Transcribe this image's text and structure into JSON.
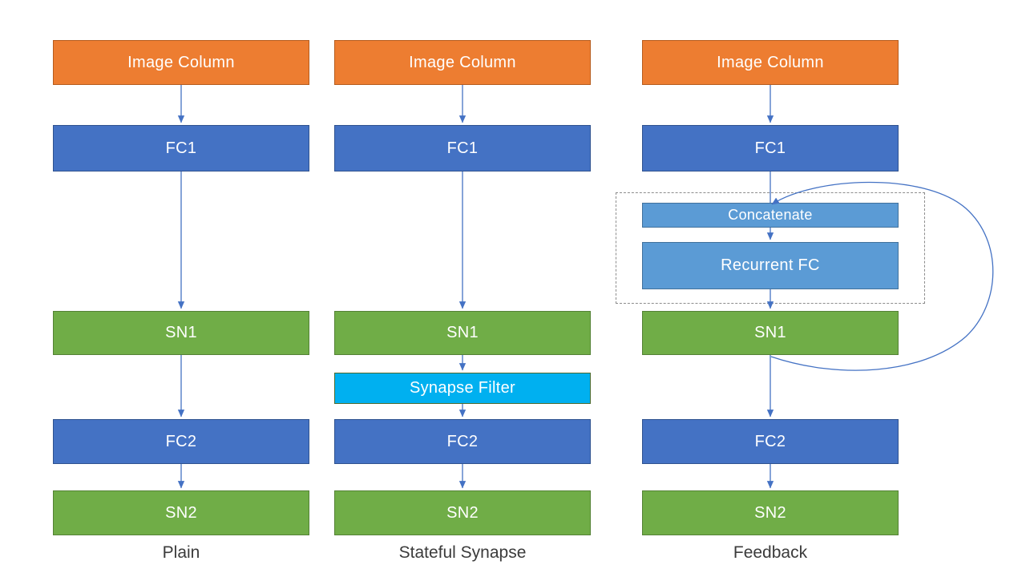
{
  "diagram": {
    "columns": [
      {
        "caption": "Plain",
        "boxes": {
          "image_column": "Image Column",
          "fc1": "FC1",
          "sn1": "SN1",
          "fc2": "FC2",
          "sn2": "SN2"
        }
      },
      {
        "caption": "Stateful Synapse",
        "boxes": {
          "image_column": "Image Column",
          "fc1": "FC1",
          "sn1": "SN1",
          "synapse_filter": "Synapse Filter",
          "fc2": "FC2",
          "sn2": "SN2"
        }
      },
      {
        "caption": "Feedback",
        "boxes": {
          "image_column": "Image Column",
          "fc1": "FC1",
          "concatenate": "Concatenate",
          "recurrent_fc": "Recurrent FC",
          "sn1": "SN1",
          "fc2": "FC2",
          "sn2": "SN2"
        }
      }
    ],
    "colors": {
      "orange_fill": "#ED7D31",
      "orange_border": "#B65C1E",
      "blue_fill": "#4472C4",
      "blue_border": "#2F528F",
      "green_fill": "#70AD47",
      "green_border": "#548235",
      "light_blue_fill": "#5B9BD5",
      "light_blue_border": "#41719C",
      "cyan_fill": "#00B0F0",
      "cyan_border": "#4E6B2F",
      "arrow": "#4472C4",
      "dashed_box_border": "#8C8C8C",
      "caption_text": "#3B3B3B",
      "box_text": "#FFFFFF"
    }
  }
}
